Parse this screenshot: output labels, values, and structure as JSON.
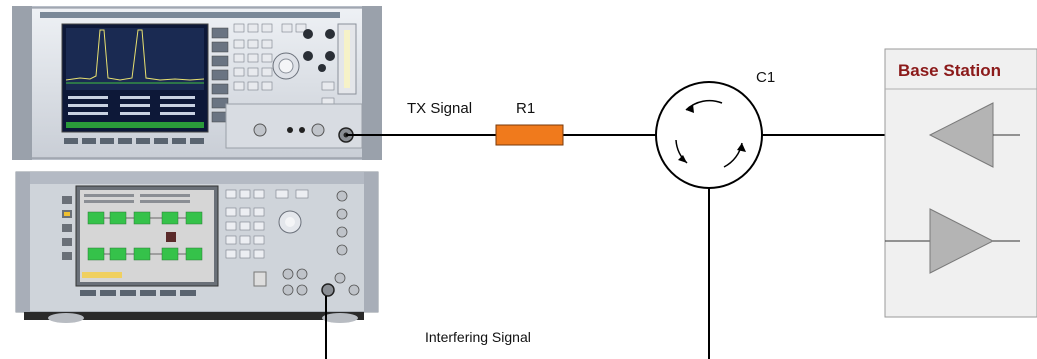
{
  "labels": {
    "tx_signal": "TX Signal",
    "resistor": "R1",
    "circulator": "C1",
    "interfering_signal": "Interfering Signal",
    "base_station": "Base Station"
  },
  "colors": {
    "resistor_fill": "#f07a1c",
    "amplifier_fill": "#b4b4b4",
    "base_station_bg": "#f0f0f0",
    "base_station_title": "#8b1a1a",
    "instrument_screen_1": "#1a2a52",
    "instrument_screen_2": "#d6d6d6",
    "green_block": "#35c24a"
  }
}
